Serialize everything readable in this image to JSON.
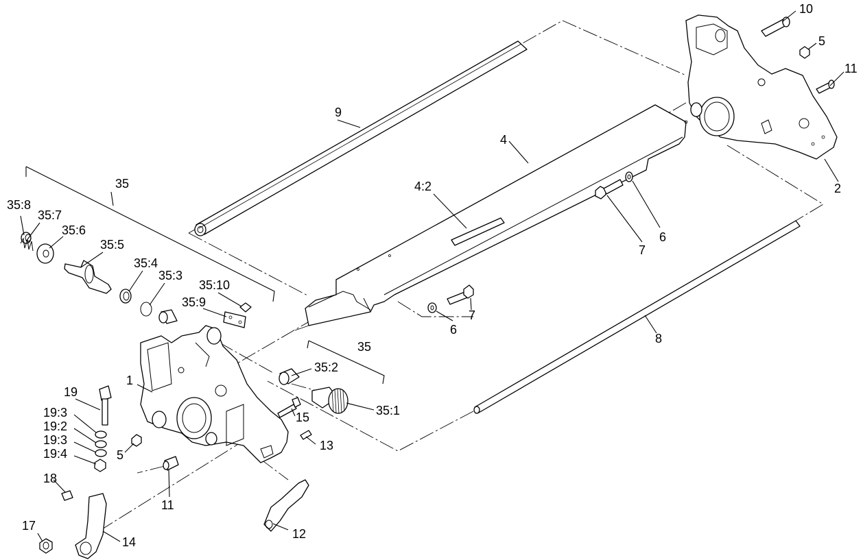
{
  "callouts": {
    "c1": "1",
    "c2": "2",
    "c4": "4",
    "c4_2": "4:2",
    "c5a": "5",
    "c5b": "5",
    "c6a": "6",
    "c6b": "6",
    "c7a": "7",
    "c7b": "7",
    "c8": "8",
    "c9": "9",
    "c10": "10",
    "c11a": "11",
    "c11b": "11",
    "c12": "12",
    "c13": "13",
    "c14": "14",
    "c15": "15",
    "c17": "17",
    "c18": "18",
    "c19": "19",
    "c19_3a": "19:3",
    "c19_2": "19:2",
    "c19_3b": "19:3",
    "c19_4": "19:4",
    "c35a": "35",
    "c35b": "35",
    "c35_1": "35:1",
    "c35_2": "35:2",
    "c35_3": "35:3",
    "c35_4": "35:4",
    "c35_5": "35:5",
    "c35_6": "35:6",
    "c35_7": "35:7",
    "c35_8": "35:8",
    "c35_9": "35:9",
    "c35_10": "35:10"
  }
}
